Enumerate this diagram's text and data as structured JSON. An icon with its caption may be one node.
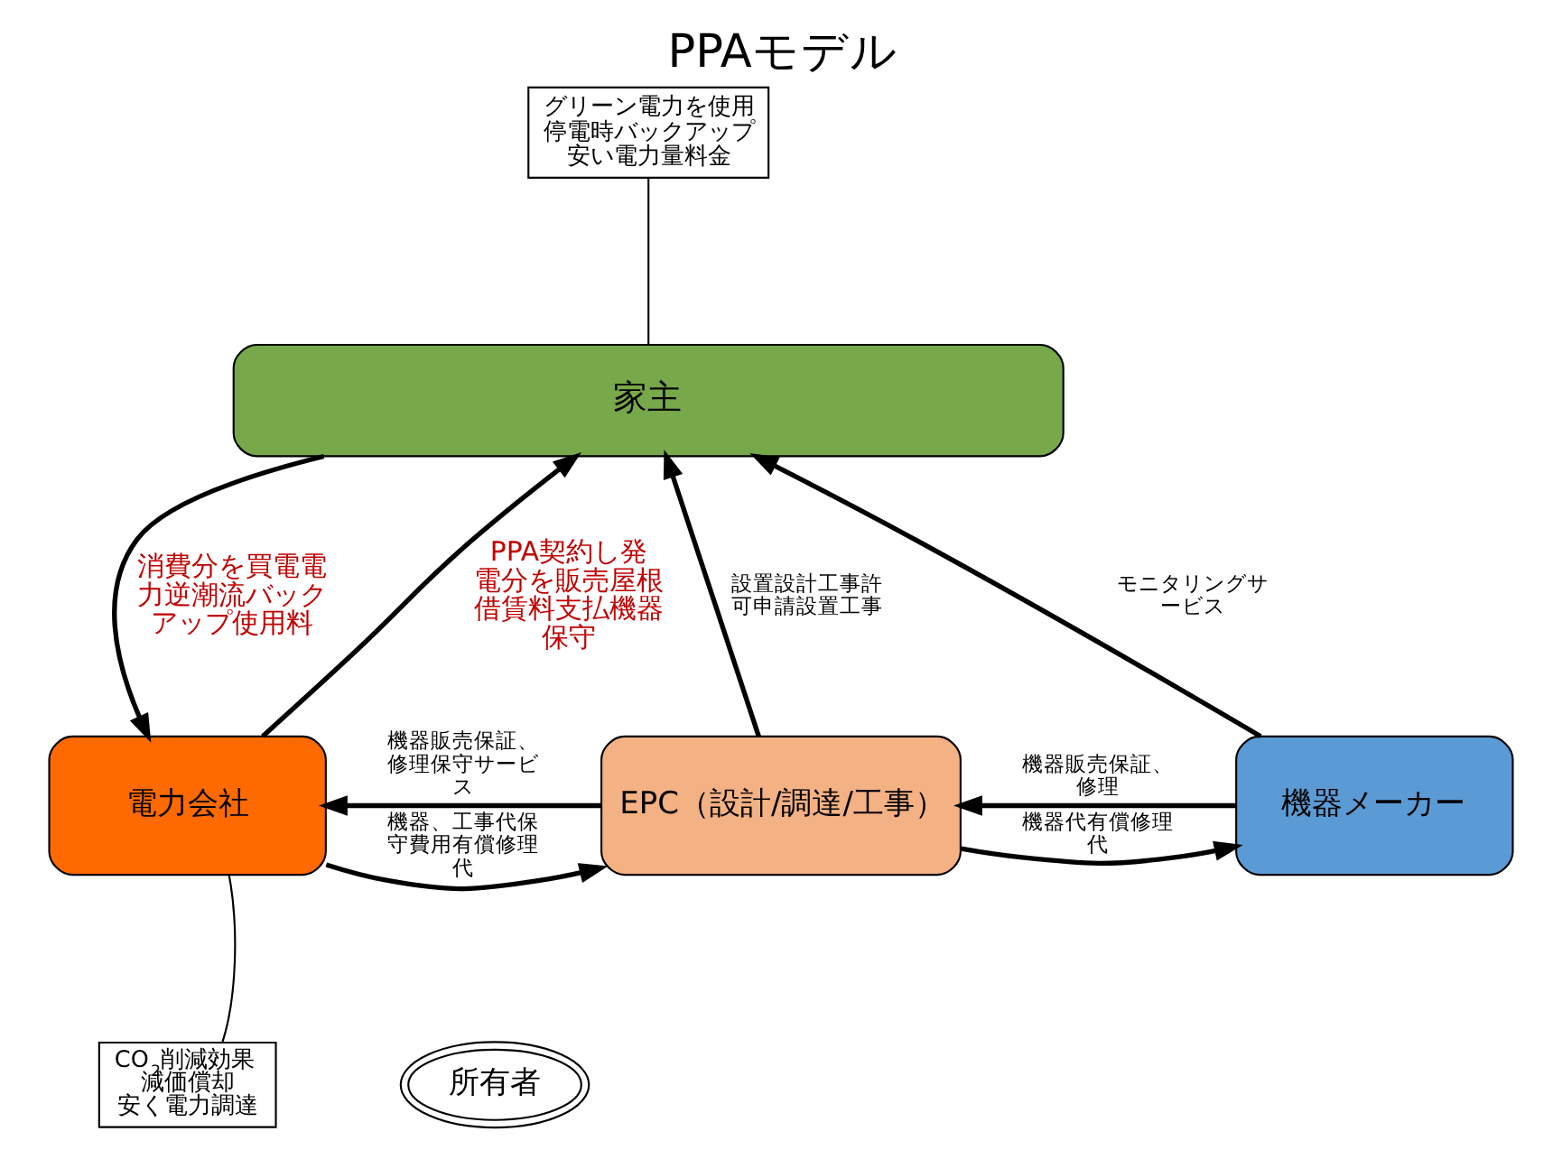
{
  "diagram": {
    "title": "PPAモデル",
    "nodes": [
      {
        "text": [
          "家主"
        ]
      },
      {
        "text": [
          "機器メーカー"
        ]
      },
      {
        "text": [
          "EPC（設計/調達/工事）"
        ]
      },
      {
        "text": [
          "電力会社"
        ]
      },
      {
        "text": [
          "グリーン電力を使用",
          "停電時バックアップ",
          "安い電力量料金"
        ]
      },
      {
        "text": [
          "CO$_{2}$削減効果",
          "減価償却",
          "安く電力調達"
        ]
      },
      {
        "text": [
          "所有者"
        ]
      }
    ],
    "edges": [
      {
        "from": 1,
        "to": 0,
        "arrow": "to",
        "label": "モニタリングサービス"
      },
      {
        "from": 2,
        "to": 0,
        "arrow": "to",
        "label": "設置設計工事許可申請設置工事"
      },
      {
        "from": 0,
        "to": 3,
        "arrow": "to",
        "label": "消費分を買電電力逆潮流バックアップ使用料"
      },
      {
        "from": 3,
        "to": 0,
        "arrow": "to",
        "label": "PPA契約し発電分を販売屋根借賃料支払機器保守"
      },
      {
        "from": 1,
        "to": 2,
        "arrow": "to",
        "label": "機器販売保証、修理"
      },
      {
        "from": 2,
        "to": 1,
        "arrow": "to",
        "label": "機器代有償修理代"
      },
      {
        "from": 2,
        "to": 3,
        "arrow": "to",
        "label": "機器販売保証、修理保守サービス"
      },
      {
        "from": 3,
        "to": 2,
        "arrow": "to",
        "label": "機器、工事代保守費用有償修理代"
      },
      {
        "from": 4,
        "to": 0,
        "arrow": "none"
      },
      {
        "from": 5,
        "to": 3,
        "arrow": "none"
      }
    ]
  }
}
